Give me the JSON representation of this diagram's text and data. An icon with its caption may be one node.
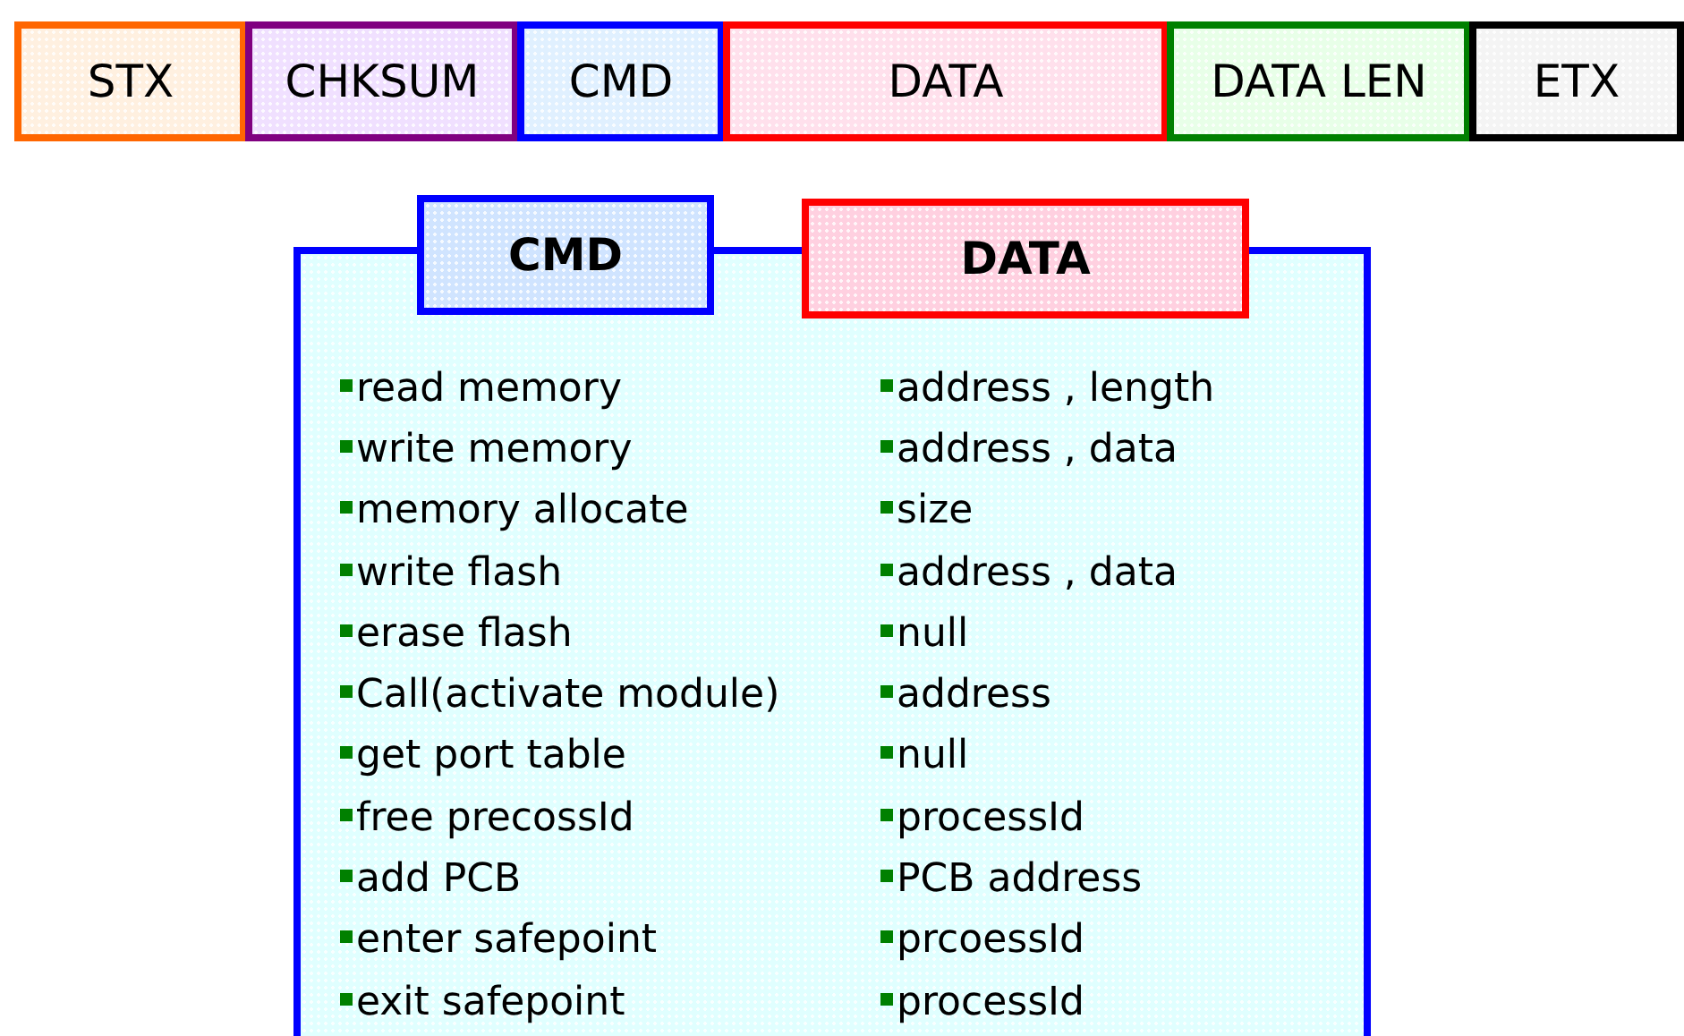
{
  "diagram": {
    "nodes": [
      {
        "text": [
          "STX"
        ]
      },
      {
        "text": [
          "CHKSUM"
        ]
      },
      {
        "text": [
          "CMD"
        ]
      },
      {
        "text": [
          "DATA"
        ]
      },
      {
        "text": [
          "DATA LEN"
        ]
      },
      {
        "text": [
          "ETX"
        ]
      },
      {
        "text": [
          "read memory",
          "address , length",
          "write memory",
          "address , data",
          "memory allocate",
          "size",
          "write flash",
          "address , data",
          "erase flash",
          "null",
          "Call(activate module)",
          "address",
          "get port table",
          "null",
          "free precossId",
          "processId",
          "add PCB",
          "PCB address",
          "enter safepoint",
          "prcoessId",
          "exit safepoint",
          "processId"
        ]
      },
      {
        "text": [
          "CMD"
        ]
      },
      {
        "text": [
          "DATA"
        ]
      }
    ]
  }
}
